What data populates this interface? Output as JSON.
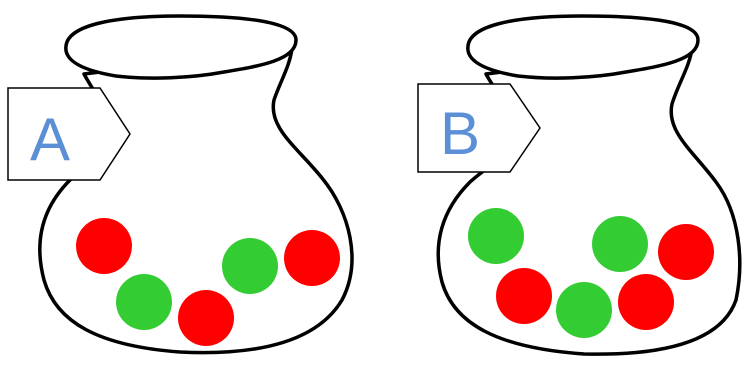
{
  "colors": {
    "red": "#ff0000",
    "green": "#33cc33",
    "label_text": "#5b8fd6"
  },
  "jars": [
    {
      "label": "A",
      "balls": [
        "red",
        "green",
        "red",
        "green",
        "red"
      ]
    },
    {
      "label": "B",
      "balls": [
        "green",
        "red",
        "green",
        "green",
        "red",
        "red"
      ]
    }
  ]
}
